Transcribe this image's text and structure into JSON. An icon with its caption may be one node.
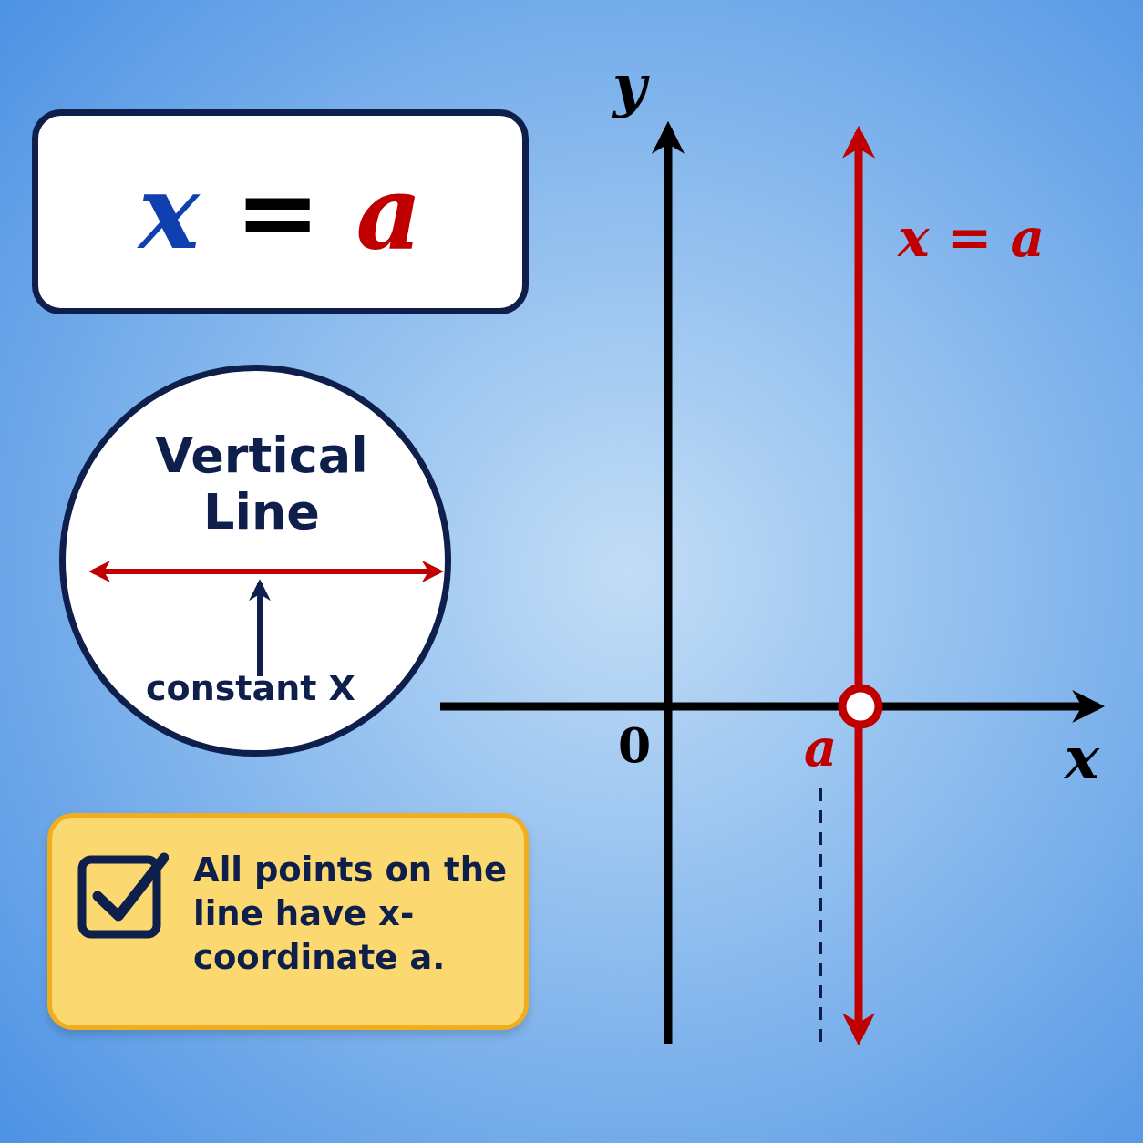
{
  "diagram": {
    "nodes": [
      {
        "text": [
          "x = a"
        ]
      },
      {
        "text": [
          "Vertical Line"
        ]
      },
      {
        "text": [
          "constant X"
        ],
        "in": 1
      },
      {
        "text": [],
        "shape": "line",
        "in": 1
      },
      {
        "text": [
          "All points on the line have x-coordinate a."
        ]
      }
    ],
    "edges": [
      {
        "from": 2,
        "to": 3,
        "arrow": "to"
      }
    ],
    "labels": [
      "y",
      "x = a",
      "0",
      "a",
      "x"
    ]
  }
}
